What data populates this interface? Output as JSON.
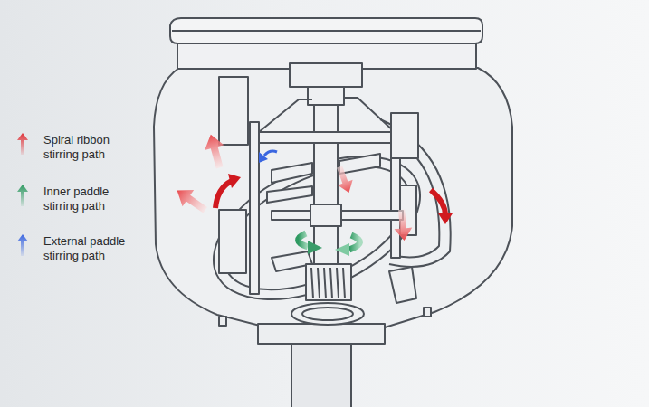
{
  "diagram": {
    "legend": [
      {
        "text": "Spiral ribbon stirring path"
      },
      {
        "text": "Inner paddle stirring path"
      },
      {
        "text": "External paddle stirring path"
      }
    ]
  }
}
